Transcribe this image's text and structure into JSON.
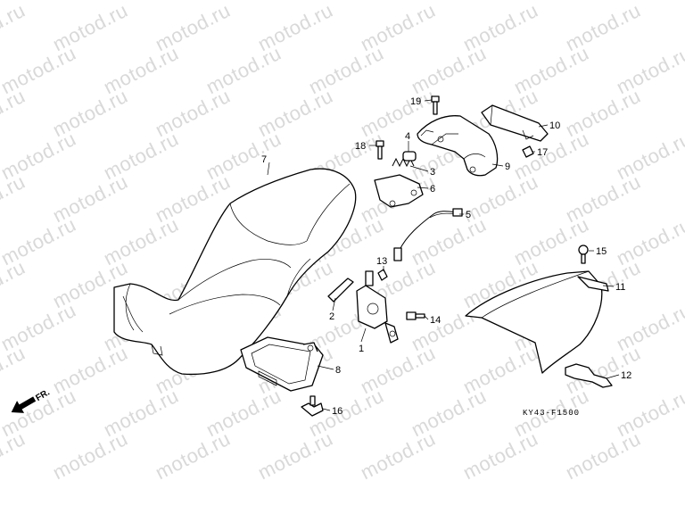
{
  "watermark": {
    "text": "motod.ru",
    "color": "#d9d9d9"
  },
  "diagram": {
    "code": "KY43-F1500",
    "direction_label": "FR.",
    "callouts": {
      "c1": "1",
      "c2": "2",
      "c3": "3",
      "c4": "4",
      "c5": "5",
      "c6": "6",
      "c7": "7",
      "c8": "8",
      "c9": "9",
      "c10": "10",
      "c11": "11",
      "c12": "12",
      "c13": "13",
      "c14": "14",
      "c15": "15",
      "c16": "16",
      "c17": "17",
      "c18": "18",
      "c19": "19"
    }
  }
}
